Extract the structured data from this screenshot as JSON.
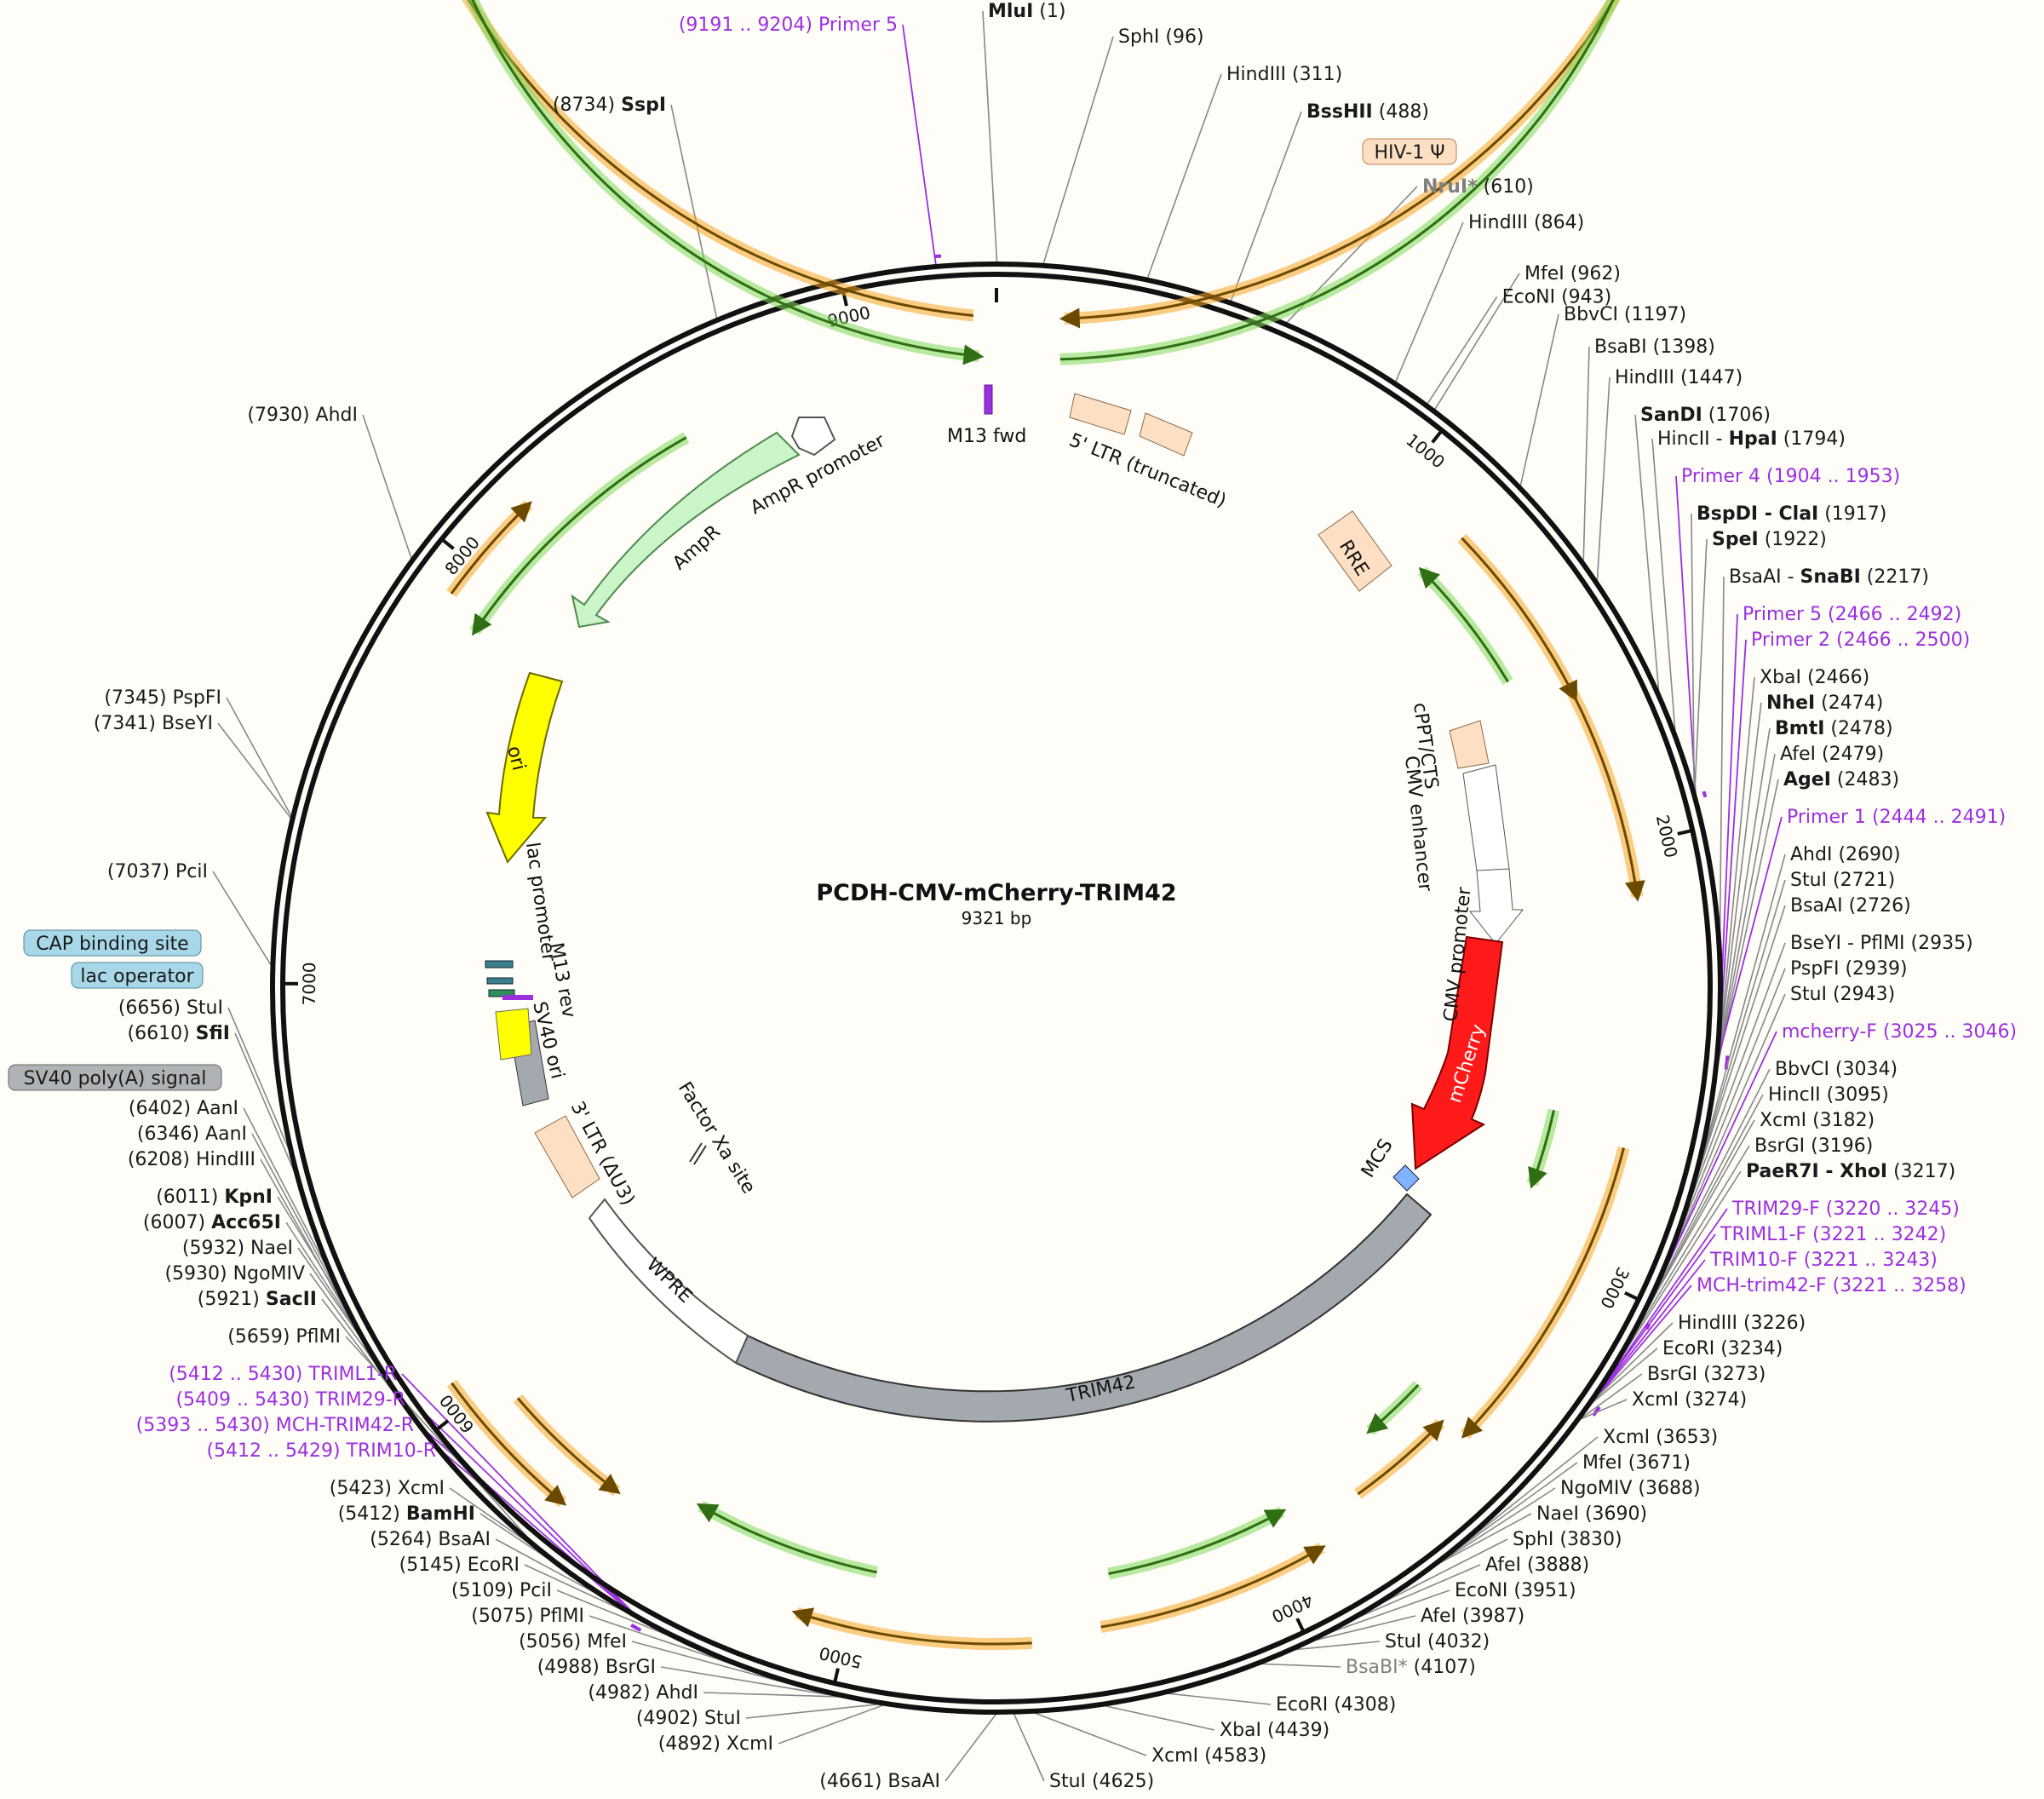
{
  "title": "PCDH-CMV-mCherry-TRIM42",
  "length_label": "9321 bp",
  "total_bp": 9321,
  "colors": {
    "backbone": "#111111",
    "orf": "#f5a623",
    "orf_line": "#8a5a00",
    "promoter_green": "#7ed957",
    "primer": "#9b30e0",
    "mcherry": "#ff1a1a",
    "trim42": "#a4a9af",
    "ampr": "#c9f5c9",
    "ori": "#ffff00",
    "ltr": "#fde0c4",
    "lac_box": "#a8d8e8",
    "polya_box": "#b0b3b6"
  },
  "ticks": [
    "1000",
    "2000",
    "3000",
    "4000",
    "5000",
    "6000",
    "7000",
    "8000",
    "9000"
  ],
  "features": [
    {
      "name": "M13 fwd",
      "color": "#9b30e0"
    },
    {
      "name": "5' LTR (truncated)",
      "color": "#fde0c4"
    },
    {
      "name": "RRE",
      "color": "#fde0c4"
    },
    {
      "name": "cPPT/CTS",
      "color": "#fde0c4"
    },
    {
      "name": "CMV enhancer",
      "color": "#ffffff"
    },
    {
      "name": "CMV promoter",
      "color": "#ffffff"
    },
    {
      "name": "mCherry",
      "color": "#ff1a1a"
    },
    {
      "name": "MCS",
      "color": "#7fb3ff"
    },
    {
      "name": "TRIM42",
      "color": "#a4a9af"
    },
    {
      "name": "WPRE",
      "color": "#ffffff"
    },
    {
      "name": "3' LTR (ΔU3)",
      "color": "#fde0c4"
    },
    {
      "name": "Factor Xa site",
      "color": "#ffffff"
    },
    {
      "name": "SV40 ori",
      "color": "#a4a9af"
    },
    {
      "name": "M13 rev",
      "color": "#9b30e0"
    },
    {
      "name": "lac promoter",
      "color": "#ffffff"
    },
    {
      "name": "ori",
      "color": "#ffff00"
    },
    {
      "name": "AmpR",
      "color": "#c9f5c9"
    },
    {
      "name": "AmpR promoter",
      "color": "#ffffff"
    }
  ],
  "boxed_labels": [
    {
      "text": "HIV-1 Ψ",
      "style": "ltr"
    },
    {
      "text": "CAP binding site",
      "style": "lac"
    },
    {
      "text": "lac operator",
      "style": "lac"
    },
    {
      "text": "SV40 poly(A) signal",
      "style": "polya"
    }
  ],
  "sites": [
    {
      "name": "MluI",
      "pos": "(1)",
      "bold": true,
      "bp": 1
    },
    {
      "name": "SphI",
      "pos": "(96)",
      "bp": 96
    },
    {
      "name": "HindIII",
      "pos": "(311)",
      "bp": 311
    },
    {
      "name": "BssHII",
      "pos": "(488)",
      "bold": true,
      "bp": 488
    },
    {
      "name": "NruI*",
      "pos": "(610)",
      "bold": true,
      "gray": true,
      "bp": 610
    },
    {
      "name": "HindIII",
      "pos": "(864)",
      "bp": 864
    },
    {
      "name": "EcoNI",
      "pos": "(943)",
      "bp": 943
    },
    {
      "name": "MfeI",
      "pos": "(962)",
      "bp": 962
    },
    {
      "name": "BbvCI",
      "pos": "(1197)",
      "bp": 1197
    },
    {
      "name": "BsaBI",
      "pos": "(1398)",
      "bp": 1398
    },
    {
      "name": "HindIII",
      "pos": "(1447)",
      "bp": 1447
    },
    {
      "name": "SanDI",
      "pos": "(1706)",
      "bold": true,
      "bp": 1706
    },
    {
      "name": "HincII - ",
      "name2": "HpaI",
      "pos": "(1794)",
      "bp": 1794
    },
    {
      "name": "Primer 4",
      "pos": "(1904 .. 1953)",
      "primer": true,
      "bp": 1928
    },
    {
      "name": "BspDI - ClaI",
      "pos": "(1917)",
      "bold": true,
      "bp": 1917
    },
    {
      "name": "SpeI",
      "pos": "(1922)",
      "bold": true,
      "bp": 1922
    },
    {
      "name": "BsaAI - ",
      "name2": "SnaBI",
      "pos": "(2217)",
      "bp": 2217
    },
    {
      "name": "Primer 5",
      "pos": "(2466 .. 2492)",
      "primer": true,
      "bp": 2479
    },
    {
      "name": "Primer 2",
      "pos": "(2466 .. 2500)",
      "primer": true,
      "bp": 2483
    },
    {
      "name": "XbaI",
      "pos": "(2466)",
      "bp": 2466
    },
    {
      "name": "NheI",
      "pos": "(2474)",
      "bold": true,
      "bp": 2474
    },
    {
      "name": "BmtI",
      "pos": "(2478)",
      "bold": true,
      "bp": 2478
    },
    {
      "name": "AfeI",
      "pos": "(2479)",
      "bp": 2479
    },
    {
      "name": "AgeI",
      "pos": "(2483)",
      "bold": true,
      "bp": 2483
    },
    {
      "name": "Primer 1",
      "pos": "(2444 .. 2491)",
      "primer": true,
      "bp": 2467
    },
    {
      "name": "AhdI",
      "pos": "(2690)",
      "bp": 2690
    },
    {
      "name": "StuI",
      "pos": "(2721)",
      "bp": 2721
    },
    {
      "name": "BsaAI",
      "pos": "(2726)",
      "bp": 2726
    },
    {
      "name": "BseYI - PflMI",
      "pos": "(2935)",
      "bp": 2935
    },
    {
      "name": "PspFI",
      "pos": "(2939)",
      "bp": 2939
    },
    {
      "name": "StuI",
      "pos": "(2943)",
      "bp": 2943
    },
    {
      "name": "mcherry-F",
      "pos": "(3025 .. 3046)",
      "primer": true,
      "bp": 3035
    },
    {
      "name": "BbvCI",
      "pos": "(3034)",
      "bp": 3034
    },
    {
      "name": "HincII",
      "pos": "(3095)",
      "bp": 3095
    },
    {
      "name": "XcmI",
      "pos": "(3182)",
      "bp": 3182
    },
    {
      "name": "BsrGI",
      "pos": "(3196)",
      "bp": 3196
    },
    {
      "name": "PaeR7I - XhoI",
      "pos": "(3217)",
      "bold": true,
      "bp": 3217
    },
    {
      "name": "TRIM29-F",
      "pos": "(3220 .. 3245)",
      "primer": true,
      "bp": 3232
    },
    {
      "name": "TRIML1-F",
      "pos": "(3221 .. 3242)",
      "primer": true,
      "bp": 3231
    },
    {
      "name": "TRIM10-F",
      "pos": "(3221 .. 3243)",
      "primer": true,
      "bp": 3232
    },
    {
      "name": "MCH-trim42-F",
      "pos": "(3221 .. 3258)",
      "primer": true,
      "bp": 3240
    },
    {
      "name": "HindIII",
      "pos": "(3226)",
      "bp": 3226
    },
    {
      "name": "EcoRI",
      "pos": "(3234)",
      "bp": 3234
    },
    {
      "name": "BsrGI",
      "pos": "(3273)",
      "bp": 3273
    },
    {
      "name": "XcmI",
      "pos": "(3274)",
      "bp": 3274
    },
    {
      "name": "XcmI",
      "pos": "(3653)",
      "bp": 3653
    },
    {
      "name": "MfeI",
      "pos": "(3671)",
      "bp": 3671
    },
    {
      "name": "NgoMIV",
      "pos": "(3688)",
      "bp": 3688
    },
    {
      "name": "NaeI",
      "pos": "(3690)",
      "bp": 3690
    },
    {
      "name": "SphI",
      "pos": "(3830)",
      "bp": 3830
    },
    {
      "name": "AfeI",
      "pos": "(3888)",
      "bp": 3888
    },
    {
      "name": "EcoNI",
      "pos": "(3951)",
      "bp": 3951
    },
    {
      "name": "AfeI",
      "pos": "(3987)",
      "bp": 3987
    },
    {
      "name": "StuI",
      "pos": "(4032)",
      "bp": 4032
    },
    {
      "name": "BsaBI*",
      "pos": "(4107)",
      "gray": true,
      "bp": 4107
    },
    {
      "name": "EcoRI",
      "pos": "(4308)",
      "bp": 4308
    },
    {
      "name": "XbaI",
      "pos": "(4439)",
      "bp": 4439
    },
    {
      "name": "XcmI",
      "pos": "(4583)",
      "bp": 4583
    },
    {
      "name": "StuI",
      "pos": "(4625)",
      "bp": 4625
    },
    {
      "name": "BsaAI",
      "pos": "(4661)",
      "bp": 4661
    },
    {
      "name": "XcmI",
      "pos": "(4892)",
      "bp": 4892
    },
    {
      "name": "StuI",
      "pos": "(4902)",
      "bp": 4902
    },
    {
      "name": "AhdI",
      "pos": "(4982)",
      "bp": 4982
    },
    {
      "name": "BsrGI",
      "pos": "(4988)",
      "bp": 4988
    },
    {
      "name": "MfeI",
      "pos": "(5056)",
      "bp": 5056
    },
    {
      "name": "PflMI",
      "pos": "(5075)",
      "bp": 5075
    },
    {
      "name": "PciI",
      "pos": "(5109)",
      "bp": 5109
    },
    {
      "name": "EcoRI",
      "pos": "(5145)",
      "bp": 5145
    },
    {
      "name": "BsaAI",
      "pos": "(5264)",
      "bp": 5264
    },
    {
      "name": "BamHI",
      "pos": "(5412)",
      "bold": true,
      "bp": 5412
    },
    {
      "name": "XcmI",
      "pos": "(5423)",
      "bp": 5423
    },
    {
      "name": "TRIM10-R",
      "pos": "(5412 .. 5429)",
      "primer": true,
      "bp": 5420
    },
    {
      "name": "MCH-TRIM42-R",
      "pos": "(5393 .. 5430)",
      "primer": true,
      "bp": 5411
    },
    {
      "name": "TRIM29-R",
      "pos": "(5409 .. 5430)",
      "primer": true,
      "bp": 5419
    },
    {
      "name": "TRIML1-R",
      "pos": "(5412 .. 5430)",
      "primer": true,
      "bp": 5421
    },
    {
      "name": "PflMI",
      "pos": "(5659)",
      "bp": 5659
    },
    {
      "name": "SacII",
      "pos": "(5921)",
      "bold": true,
      "bp": 5921
    },
    {
      "name": "NgoMIV",
      "pos": "(5930)",
      "bp": 5930
    },
    {
      "name": "NaeI",
      "pos": "(5932)",
      "bp": 5932
    },
    {
      "name": "Acc65I",
      "pos": "(6007)",
      "bold": true,
      "bp": 6007
    },
    {
      "name": "KpnI",
      "pos": "(6011)",
      "bold": true,
      "bp": 6011
    },
    {
      "name": "HindIII",
      "pos": "(6208)",
      "bp": 6208
    },
    {
      "name": "AanI",
      "pos": "(6346)",
      "bp": 6346
    },
    {
      "name": "AanI",
      "pos": "(6402)",
      "bp": 6402
    },
    {
      "name": "SfiI",
      "pos": "(6610)",
      "bold": true,
      "bp": 6610
    },
    {
      "name": "StuI",
      "pos": "(6656)",
      "bp": 6656
    },
    {
      "name": "PciI",
      "pos": "(7037)",
      "bp": 7037
    },
    {
      "name": "BseYI",
      "pos": "(7341)",
      "bp": 7341
    },
    {
      "name": "PspFI",
      "pos": "(7345)",
      "bp": 7345
    },
    {
      "name": "AhdI",
      "pos": "(7930)",
      "bp": 7930
    },
    {
      "name": "SspI",
      "pos": "(8734)",
      "bold": true,
      "bp": 8734
    },
    {
      "name": "Primer 5",
      "pos": "(9191 .. 9204)",
      "primer": true,
      "bp": 9197
    }
  ]
}
